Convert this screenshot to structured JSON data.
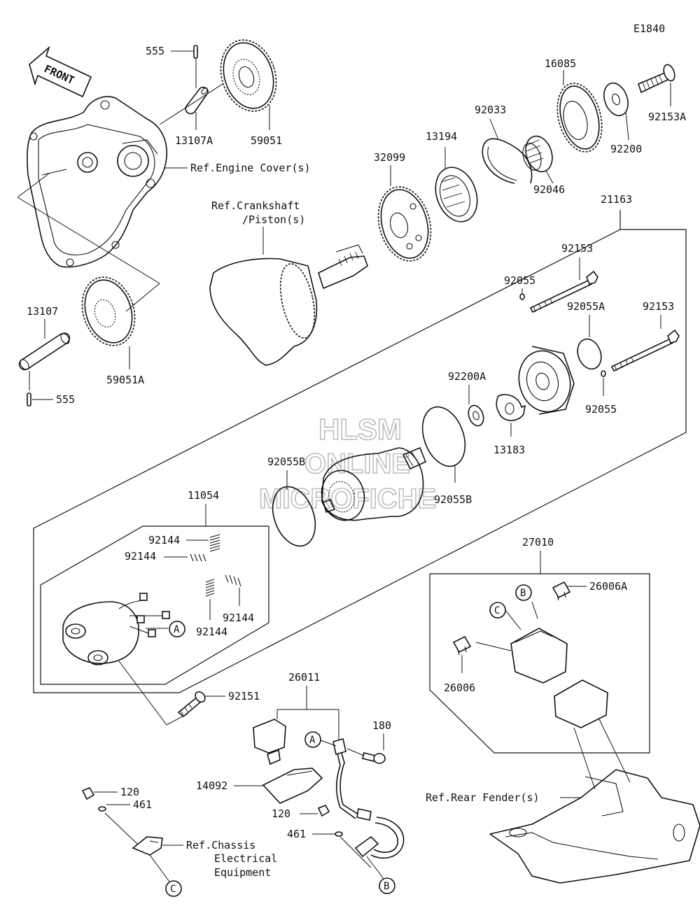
{
  "diagram_code": "E1840",
  "front_arrow": "FRONT",
  "watermark": {
    "line1": "HLSM",
    "line2": "ONLINE",
    "line3": "MICROFICHE"
  },
  "refs": {
    "engine_cover": "Ref.Engine Cover(s)",
    "crankshaft_1": "Ref.Crankshaft",
    "crankshaft_2": "/Piston(s)",
    "rear_fender": "Ref.Rear Fender(s)",
    "chassis_1": "Ref.Chassis",
    "chassis_2": "Electrical",
    "chassis_3": "Equipment"
  },
  "parts": {
    "p555_top": "555",
    "p13107A": "13107A",
    "p59051": "59051",
    "p16085": "16085",
    "p92033": "92033",
    "p13194": "13194",
    "p92153A": "92153A",
    "p92200": "92200",
    "p32099": "32099",
    "p92046": "92046",
    "p21163": "21163",
    "p92153_a": "92153",
    "p92055_a": "92055",
    "p92055A": "92055A",
    "p92153_b": "92153",
    "p92055_b": "92055",
    "p13107": "13107",
    "p59051A": "59051A",
    "p555_bot": "555",
    "p92200A": "92200A",
    "p13183": "13183",
    "p92055B_a": "92055B",
    "p92055B_b": "92055B",
    "p11054": "11054",
    "p92144_a": "92144",
    "p92144_b": "92144",
    "p92144_c": "92144",
    "p92144_d": "92144",
    "p92151": "92151",
    "p27010": "27010",
    "p26006A": "26006A",
    "p26006": "26006",
    "p26011": "26011",
    "p180": "180",
    "p14092": "14092",
    "p120_a": "120",
    "p461_a": "461",
    "p120_b": "120",
    "p461_b": "461"
  },
  "callouts": {
    "a1": "A",
    "a2": "A",
    "b1": "B",
    "b2": "B",
    "c1": "C",
    "c2": "C"
  }
}
